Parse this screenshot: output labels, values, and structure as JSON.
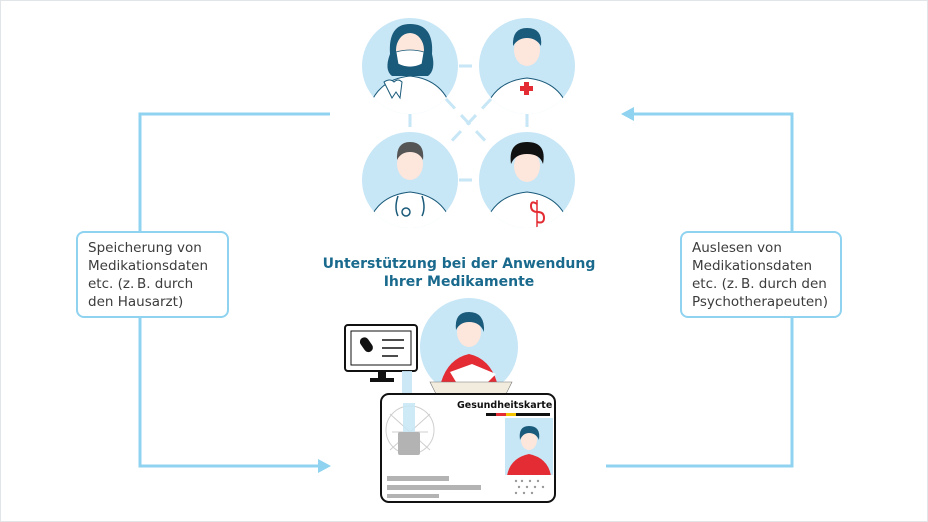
{
  "left_box": {
    "lines": [
      "Speicherung von",
      "Medikationsdaten",
      "etc. (z. B. durch",
      "den Hausarzt)"
    ]
  },
  "right_box": {
    "lines": [
      "Auslesen von",
      "Medikationsdaten",
      "etc. (z. B. durch den",
      "Psychotherapeuten)"
    ]
  },
  "caption": {
    "lines": [
      "Unterstützung bei der Anwendung",
      "Ihrer Medikamente"
    ]
  },
  "card": {
    "title": "Gesundheitskarte"
  },
  "colors": {
    "flow_arrow": "#8fd3f1",
    "circle_bg": "#c7e6f6",
    "caption_text": "#1a6a8e",
    "red": "#e32c33",
    "hair": "#1a5a7a"
  },
  "icons": {
    "dentist": "dentist-icon",
    "physician": "physician-icon",
    "hospital_doctor": "hospital-doctor-icon",
    "pharmacist": "pharmacist-icon",
    "patient": "patient-icon",
    "card_terminal": "card-terminal-icon",
    "health_card": "health-card-icon"
  }
}
